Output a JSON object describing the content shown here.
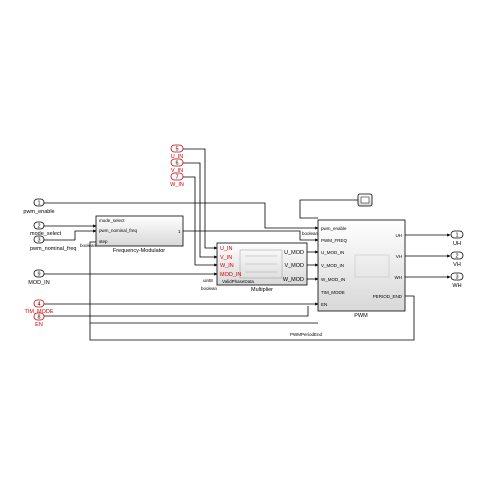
{
  "inports": [
    {
      "num": "1",
      "name": "pwm_enable"
    },
    {
      "num": "2",
      "name": "mode_select"
    },
    {
      "num": "3",
      "name": "pwm_nominal_freq"
    },
    {
      "num": "9",
      "name": "MOD_IN"
    }
  ],
  "goto_tags": [
    {
      "num": "5",
      "name": "U_IN"
    },
    {
      "num": "6",
      "name": "V_IN"
    },
    {
      "num": "7",
      "name": "W_IN"
    },
    {
      "num": "4",
      "name": "TIM_MODE"
    },
    {
      "num": "8",
      "name": "EN"
    }
  ],
  "outports": [
    {
      "num": "1",
      "name": "UH"
    },
    {
      "num": "2",
      "name": "VH"
    },
    {
      "num": "3",
      "name": "WH"
    }
  ],
  "freq_mod": {
    "title": "Frequency-Modulator",
    "inputs": [
      "mode_select",
      "pwm_nominal_freq",
      "step"
    ],
    "out": "1",
    "type_label": "boolean"
  },
  "multiplier": {
    "title": "Multiplier",
    "inner": "ValidPhaseData",
    "inputs": [
      "U_IN",
      "V_IN",
      "W_IN",
      "MOD_IN"
    ],
    "outputs": [
      "U_MOD",
      "V_MOD",
      "W_MOD"
    ],
    "type_uint": "uint8",
    "type_bool": "boolean"
  },
  "pwm": {
    "title": "PWM",
    "inputs": [
      "pwm_enable",
      "PWM_FREQ",
      "U_MOD_IN",
      "V_MOD_IN",
      "W_MOD_IN",
      "TIM_MODE",
      "EN"
    ],
    "outputs": [
      "UH",
      "VH",
      "WH",
      "PERIOD_END"
    ],
    "type_label": "boolean"
  },
  "signal_label": "PWMPeriodEnd"
}
